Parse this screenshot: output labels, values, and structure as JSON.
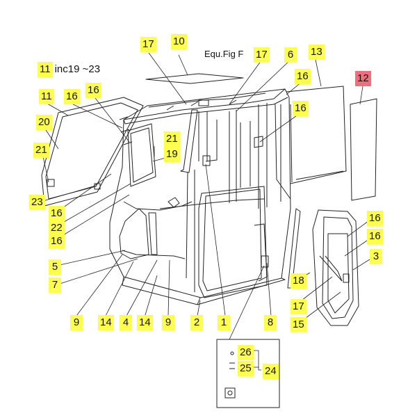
{
  "header_note": {
    "number": "11",
    "text": "inc19 ~23"
  },
  "ref_note": "Equ.Fig F",
  "colors": {
    "label_bg": "#ffff4d",
    "highlight_bg": "#ef6f7e",
    "line": "#222222"
  },
  "callouts": [
    {
      "id": "c10",
      "text": "10"
    },
    {
      "id": "c17a",
      "text": "17"
    },
    {
      "id": "c17b",
      "text": "17"
    },
    {
      "id": "c6",
      "text": "6"
    },
    {
      "id": "c13",
      "text": "13"
    },
    {
      "id": "c12",
      "text": "12",
      "highlight": true
    },
    {
      "id": "c16a",
      "text": "16"
    },
    {
      "id": "c11",
      "text": "11"
    },
    {
      "id": "c16b",
      "text": "16"
    },
    {
      "id": "c16c",
      "text": "16"
    },
    {
      "id": "c16d",
      "text": "16"
    },
    {
      "id": "c20",
      "text": "20"
    },
    {
      "id": "c21a",
      "text": "21"
    },
    {
      "id": "c19",
      "text": "19"
    },
    {
      "id": "c21b",
      "text": "21"
    },
    {
      "id": "c23",
      "text": "23"
    },
    {
      "id": "c16e",
      "text": "16"
    },
    {
      "id": "c22",
      "text": "22"
    },
    {
      "id": "c16f",
      "text": "16"
    },
    {
      "id": "c16g",
      "text": "16"
    },
    {
      "id": "c16h",
      "text": "16"
    },
    {
      "id": "c5",
      "text": "5"
    },
    {
      "id": "c7",
      "text": "7"
    },
    {
      "id": "c3",
      "text": "3"
    },
    {
      "id": "c18",
      "text": "18"
    },
    {
      "id": "c17c",
      "text": "17"
    },
    {
      "id": "c15",
      "text": "15"
    },
    {
      "id": "c9a",
      "text": "9"
    },
    {
      "id": "c14a",
      "text": "14"
    },
    {
      "id": "c4",
      "text": "4"
    },
    {
      "id": "c14b",
      "text": "14"
    },
    {
      "id": "c9b",
      "text": "9"
    },
    {
      "id": "c2",
      "text": "2"
    },
    {
      "id": "c1",
      "text": "1"
    },
    {
      "id": "c8",
      "text": "8"
    },
    {
      "id": "c26",
      "text": "26"
    },
    {
      "id": "c25",
      "text": "25"
    },
    {
      "id": "c24",
      "text": "24"
    }
  ]
}
